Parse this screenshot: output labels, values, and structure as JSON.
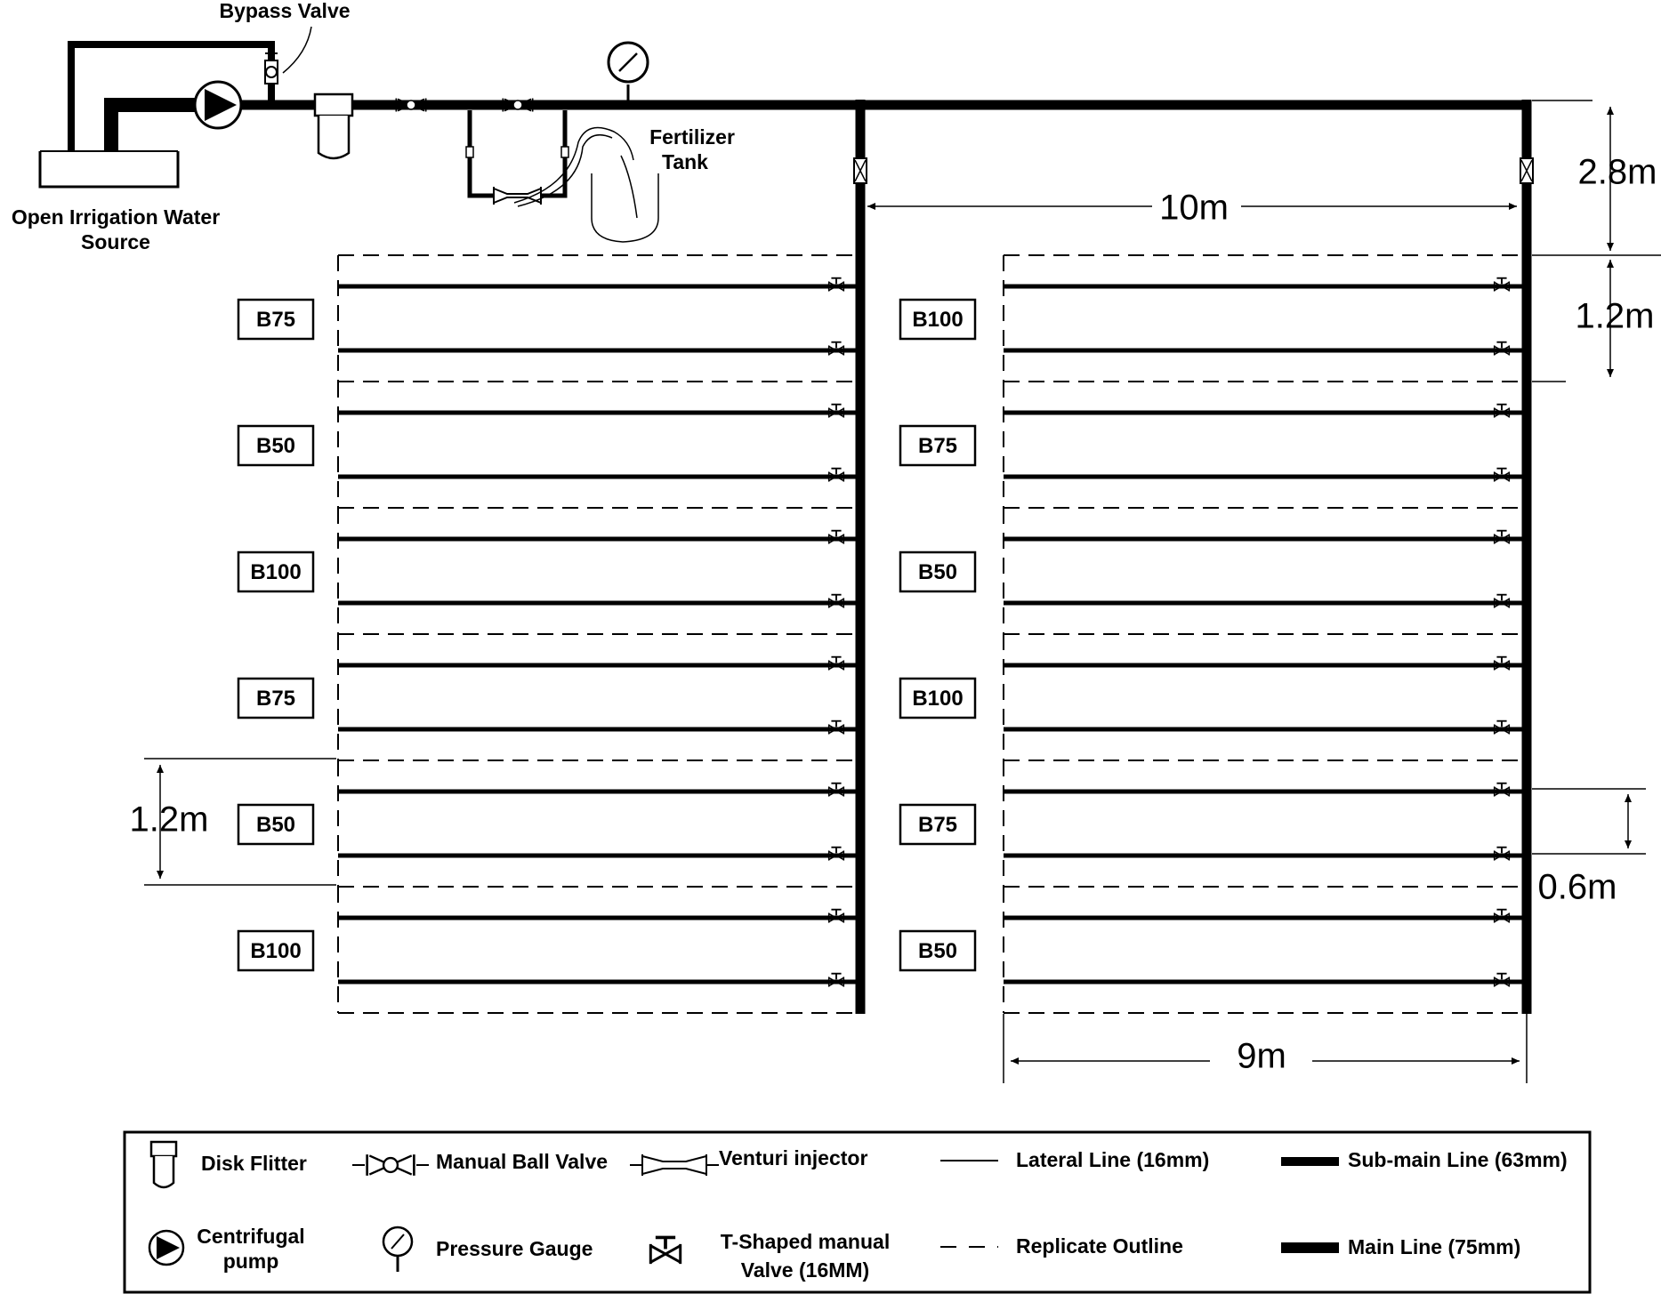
{
  "labels": {
    "bypass_valve": "Bypass Valve",
    "water_source_line1": "Open Irrigation Water",
    "water_source_line2": "Source",
    "fertilizer_line1": "Fertilizer",
    "fertilizer_line2": "Tank"
  },
  "dimensions": {
    "top_height": "2.8m",
    "main_span": "10m",
    "row_spacing_right": "1.2m",
    "row_spacing_left": "1.2m",
    "lateral_spacing": "0.6m",
    "lateral_length": "9m"
  },
  "plots": {
    "left": [
      "B75",
      "B50",
      "B100",
      "B75",
      "B50",
      "B100"
    ],
    "right": [
      "B100",
      "B75",
      "B50",
      "B100",
      "B75",
      "B50"
    ]
  },
  "legend": {
    "disk_filter": "Disk Flitter",
    "ball_valve": "Manual Ball Valve",
    "venturi": "Venturi injector",
    "lateral": "Lateral Line (16mm)",
    "submain": "Sub-main Line (63mm)",
    "pump_line1": "Centrifugal",
    "pump_line2": "pump",
    "gauge": "Pressure Gauge",
    "tvalve_line1": "T-Shaped manual",
    "tvalve_line2": "Valve (16MM)",
    "replicate": "Replicate Outline",
    "mainline": "Main Line (75mm)"
  }
}
